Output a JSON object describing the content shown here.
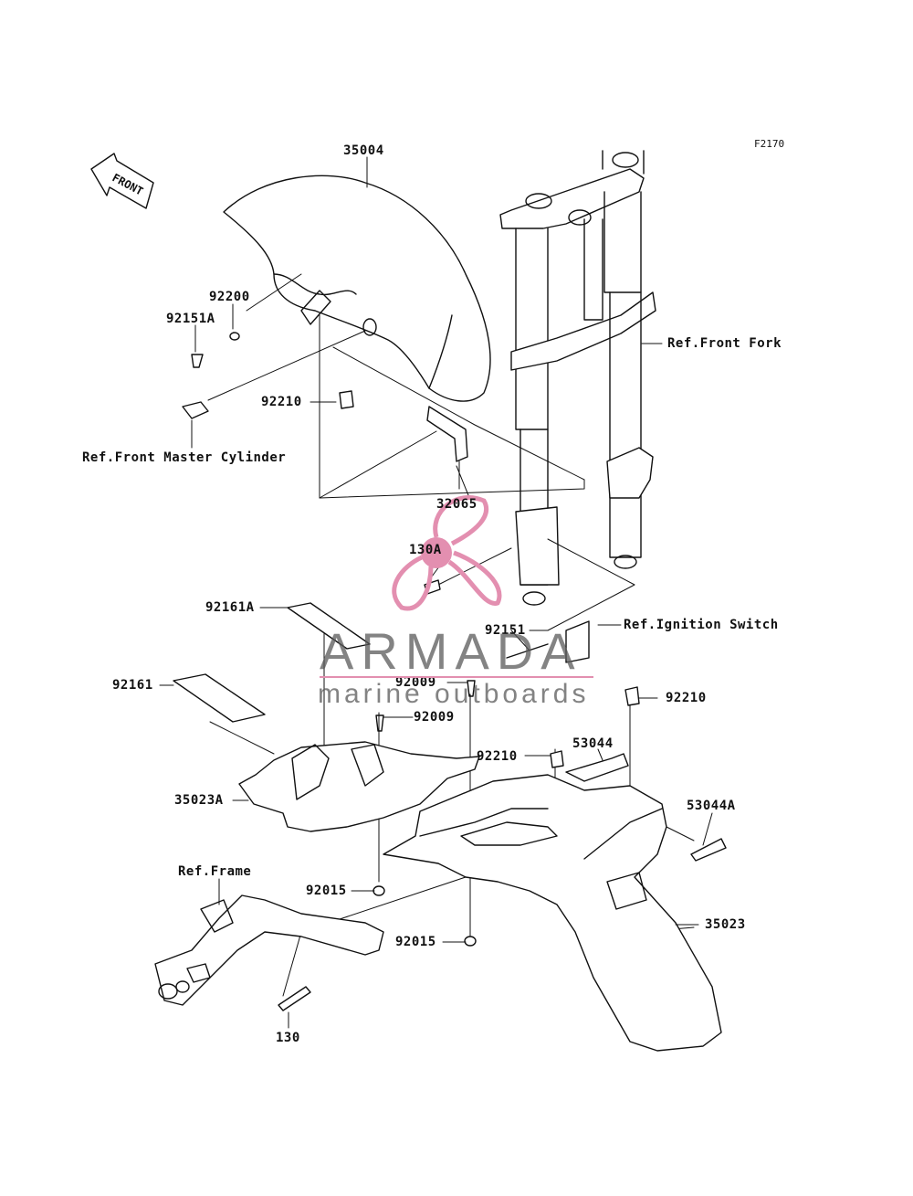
{
  "diagram": {
    "figure_code": "F2170",
    "front_arrow_label": "FRONT",
    "callouts": {
      "c35004": "35004",
      "c92200": "92200",
      "c92151a": "92151A",
      "c92210_top": "92210",
      "ref_master_cyl": "Ref.Front Master Cylinder",
      "ref_front_fork": "Ref.Front Fork",
      "c32065": "32065",
      "c130a": "130A",
      "c92161a": "92161A",
      "c92151": "92151",
      "ref_ignition": "Ref.Ignition Switch",
      "c92009_a": "92009",
      "c92009_b": "92009",
      "c92161": "92161",
      "c92210_right": "92210",
      "c92210_mid": "92210",
      "c53044": "53044",
      "c35023a": "35023A",
      "c53044a": "53044A",
      "ref_frame": "Ref.Frame",
      "c92015_a": "92015",
      "c35023": "35023",
      "c92015_b": "92015",
      "c130": "130"
    }
  },
  "watermark": {
    "title": "ARMADA",
    "subtitle": "marine outboards",
    "color": "#e38fb0"
  }
}
